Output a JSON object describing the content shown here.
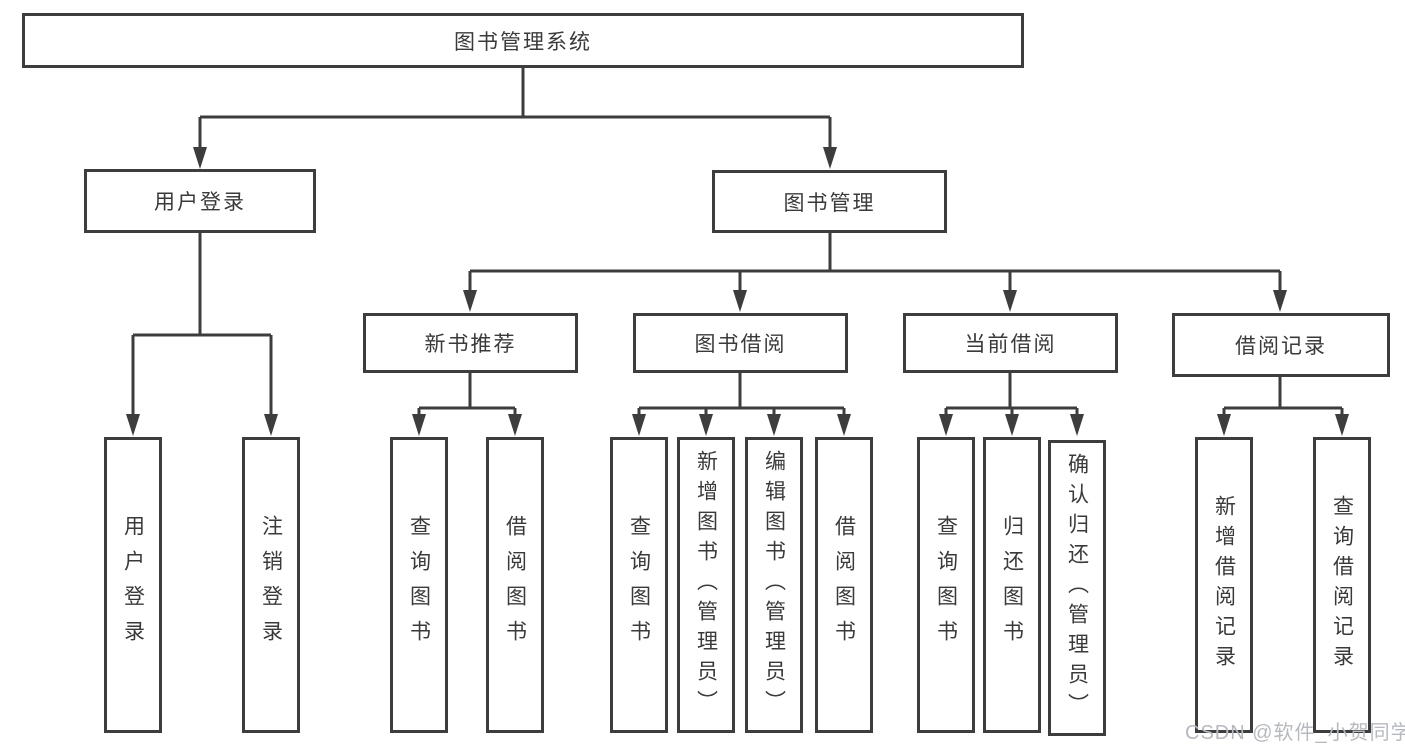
{
  "diagram_title": "图书管理系统",
  "nodes": {
    "root": "图书管理系统",
    "user_login": "用户登录",
    "book_mgmt": "图书管理",
    "new_book_rec": "新书推荐",
    "book_borrow": "图书借阅",
    "current_borrow": "当前借阅",
    "borrow_records": "借阅记录",
    "ul_user_login": "用户登录",
    "ul_logout": "注销登录",
    "nb_query_books": "查询图书",
    "nb_borrow_books": "借阅图书",
    "bb_query_books": "查询图书",
    "bb_add_books": "新增图书（管理员）",
    "bb_edit_books": "编辑图书（管理员）",
    "bb_borrow_books": "借阅图书",
    "cb_query_books": "查询图书",
    "cb_return_books": "归还图书",
    "cb_confirm_return": "确认归还（管理员）",
    "br_add_record": "新增借阅记录",
    "br_query_record": "查询借阅记录"
  },
  "hierarchy": {
    "图书管理系统": {
      "用户登录": [
        "用户登录",
        "注销登录"
      ],
      "图书管理": {
        "新书推荐": [
          "查询图书",
          "借阅图书"
        ],
        "图书借阅": [
          "查询图书",
          "新增图书（管理员）",
          "编辑图书（管理员）",
          "借阅图书"
        ],
        "当前借阅": [
          "查询图书",
          "归还图书",
          "确认归还（管理员）"
        ],
        "借阅记录": [
          "新增借阅记录",
          "查询借阅记录"
        ]
      }
    }
  },
  "watermark": {
    "text": "CSDN @软件_小贺同学"
  },
  "colors": {
    "line": "#3d3d3d",
    "text": "#3a3a3a",
    "box_background": "#ffffff",
    "page_background": "#ffffff",
    "watermark": "#b6bac0"
  }
}
